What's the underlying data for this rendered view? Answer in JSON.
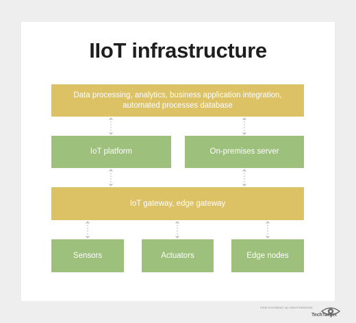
{
  "title": "IIoT infrastructure",
  "layers": {
    "top": "Data processing, analytics, business application integration, automated processes database",
    "middle_left": "IoT platform",
    "middle_right": "On-premises server",
    "gateway": "IoT gateway, edge gateway",
    "bottom": [
      "Sensors",
      "Actuators",
      "Edge nodes"
    ]
  },
  "footer": {
    "copyright": "©2018 TECHTARGET. ALL RIGHTS RESERVED",
    "brand": "TechTarget"
  },
  "colors": {
    "yellow": "#dcc165",
    "green": "#9dc17d",
    "connector": "#b9b9b9",
    "background": "#eeeeee",
    "card": "#ffffff"
  }
}
